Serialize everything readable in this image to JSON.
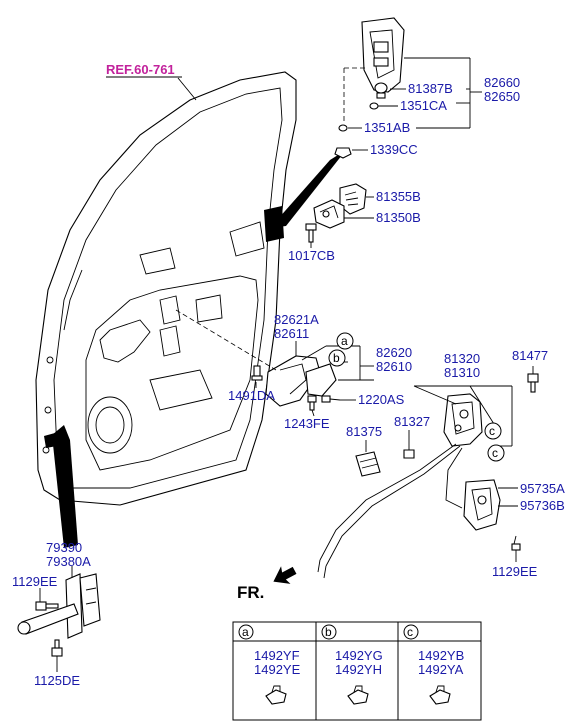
{
  "ref_label": "REF.60-761",
  "fr_label": "FR.",
  "callouts": [
    "a",
    "b",
    "c"
  ],
  "parts": {
    "p82660": "82660",
    "p82650": "82650",
    "p81387B": "81387B",
    "p1351CA": "1351CA",
    "p1351AB": "1351AB",
    "p1339CC": "1339CC",
    "p81355B": "81355B",
    "p81350B": "81350B",
    "p1017CB": "1017CB",
    "p82621A": "82621A",
    "p82611": "82611",
    "p82620": "82620",
    "p82610": "82610",
    "p1491DA": "1491DA",
    "p1220AS": "1220AS",
    "p1243FE": "1243FE",
    "p81320": "81320",
    "p81310": "81310",
    "p81477": "81477",
    "p81327": "81327",
    "p81375": "81375",
    "p95735A": "95735A",
    "p95736B": "95736B",
    "p1129EE_b": "1129EE",
    "p79390": "79390",
    "p79380A": "79380A",
    "p1129EE_a": "1129EE",
    "p1125DE": "1125DE"
  },
  "table": {
    "headers": [
      "a",
      "b",
      "c"
    ],
    "rows": [
      [
        "1492YF",
        "1492YG",
        "1492YB"
      ],
      [
        "1492YE",
        "1492YH",
        "1492YA"
      ]
    ]
  }
}
